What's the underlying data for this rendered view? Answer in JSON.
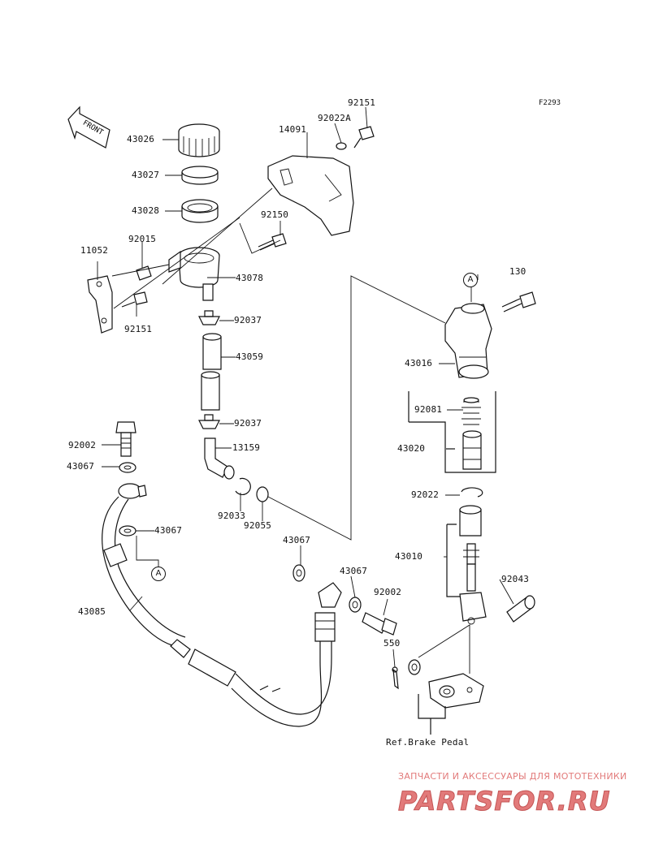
{
  "diagram_code": "F2293",
  "front_arrow": "FRONT",
  "parts": [
    {
      "id": "43026",
      "label": "43026"
    },
    {
      "id": "43027",
      "label": "43027"
    },
    {
      "id": "43028",
      "label": "43028"
    },
    {
      "id": "14091",
      "label": "14091"
    },
    {
      "id": "92022A",
      "label": "92022A"
    },
    {
      "id": "92151_top",
      "label": "92151"
    },
    {
      "id": "92150",
      "label": "92150"
    },
    {
      "id": "11052",
      "label": "11052"
    },
    {
      "id": "92015",
      "label": "92015"
    },
    {
      "id": "43078",
      "label": "43078"
    },
    {
      "id": "92151_low",
      "label": "92151"
    },
    {
      "id": "92037_top",
      "label": "92037"
    },
    {
      "id": "43059",
      "label": "43059"
    },
    {
      "id": "92037_low",
      "label": "92037"
    },
    {
      "id": "13159",
      "label": "13159"
    },
    {
      "id": "92033",
      "label": "92033"
    },
    {
      "id": "92055",
      "label": "92055"
    },
    {
      "id": "92002_left",
      "label": "92002"
    },
    {
      "id": "43067_a",
      "label": "43067"
    },
    {
      "id": "43067_b",
      "label": "43067"
    },
    {
      "id": "43085",
      "label": "43085"
    },
    {
      "id": "43067_c",
      "label": "43067"
    },
    {
      "id": "43067_d",
      "label": "43067"
    },
    {
      "id": "92002_right",
      "label": "92002"
    },
    {
      "id": "550",
      "label": "550"
    },
    {
      "id": "130",
      "label": "130"
    },
    {
      "id": "43016",
      "label": "43016"
    },
    {
      "id": "92081",
      "label": "92081"
    },
    {
      "id": "43020",
      "label": "43020"
    },
    {
      "id": "92022",
      "label": "92022"
    },
    {
      "id": "43010",
      "label": "43010"
    },
    {
      "id": "92043",
      "label": "92043"
    }
  ],
  "ref_note": "Ref.Brake Pedal",
  "tags": {
    "a1": "A",
    "a2": "A"
  },
  "watermark": {
    "tagline": "ЗАПЧАСТИ И АКСЕССУАРЫ ДЛЯ МОТОТЕХНИКИ",
    "logo_text": "PARTSFOR.RU",
    "color": "#e27a7a"
  }
}
